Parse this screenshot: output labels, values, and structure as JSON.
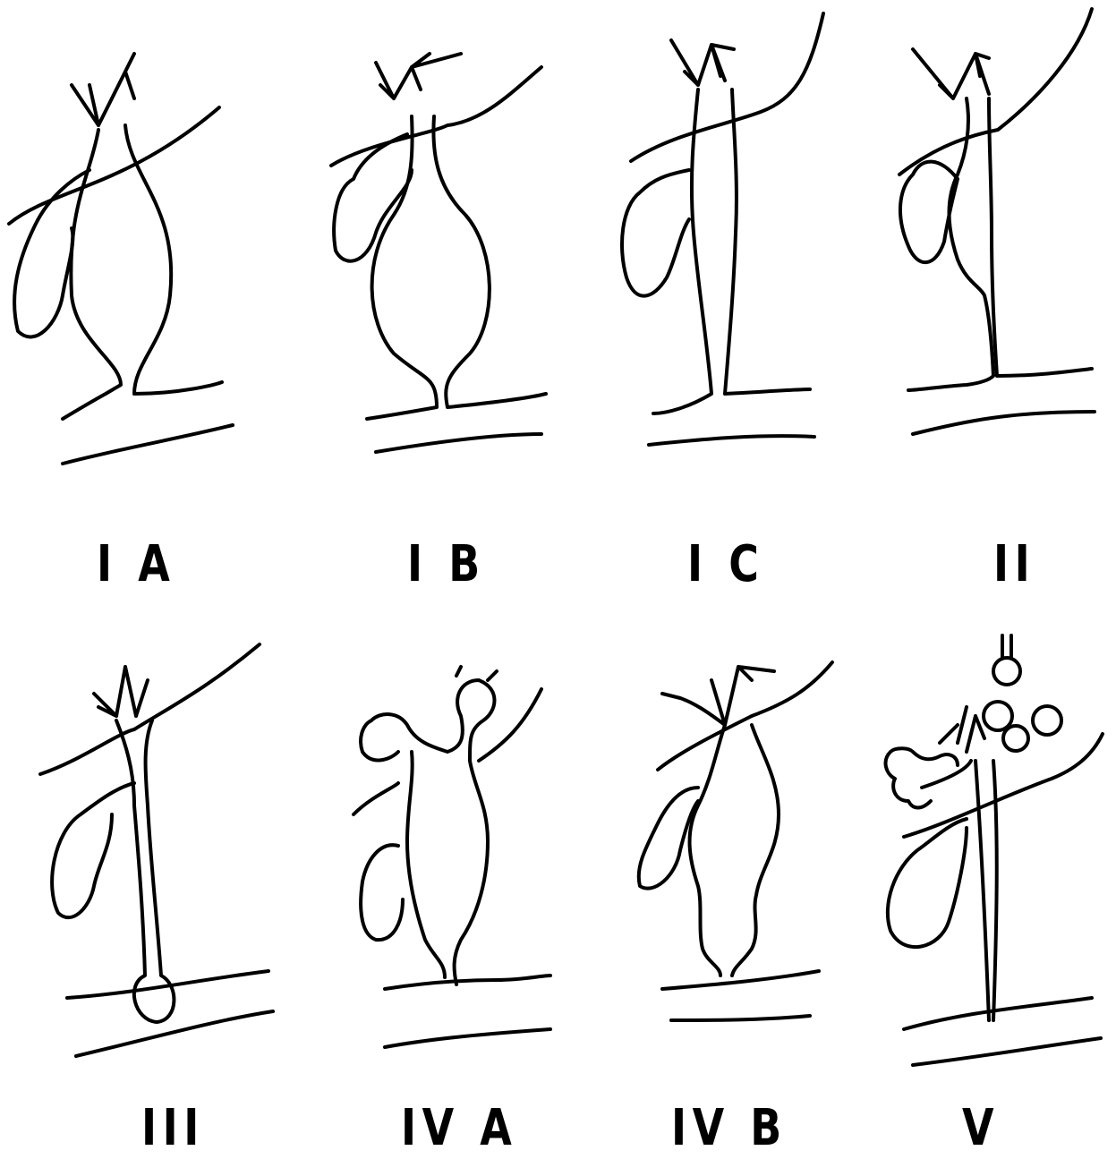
{
  "figure": {
    "panels": [
      {
        "id": "IA",
        "label": "I A"
      },
      {
        "id": "IB",
        "label": "I B"
      },
      {
        "id": "IC",
        "label": "I C"
      },
      {
        "id": "II",
        "label": "II"
      },
      {
        "id": "III",
        "label": "III"
      },
      {
        "id": "IVA",
        "label": "IV A"
      },
      {
        "id": "IVB",
        "label": "IV B"
      },
      {
        "id": "V",
        "label": "V"
      }
    ]
  }
}
